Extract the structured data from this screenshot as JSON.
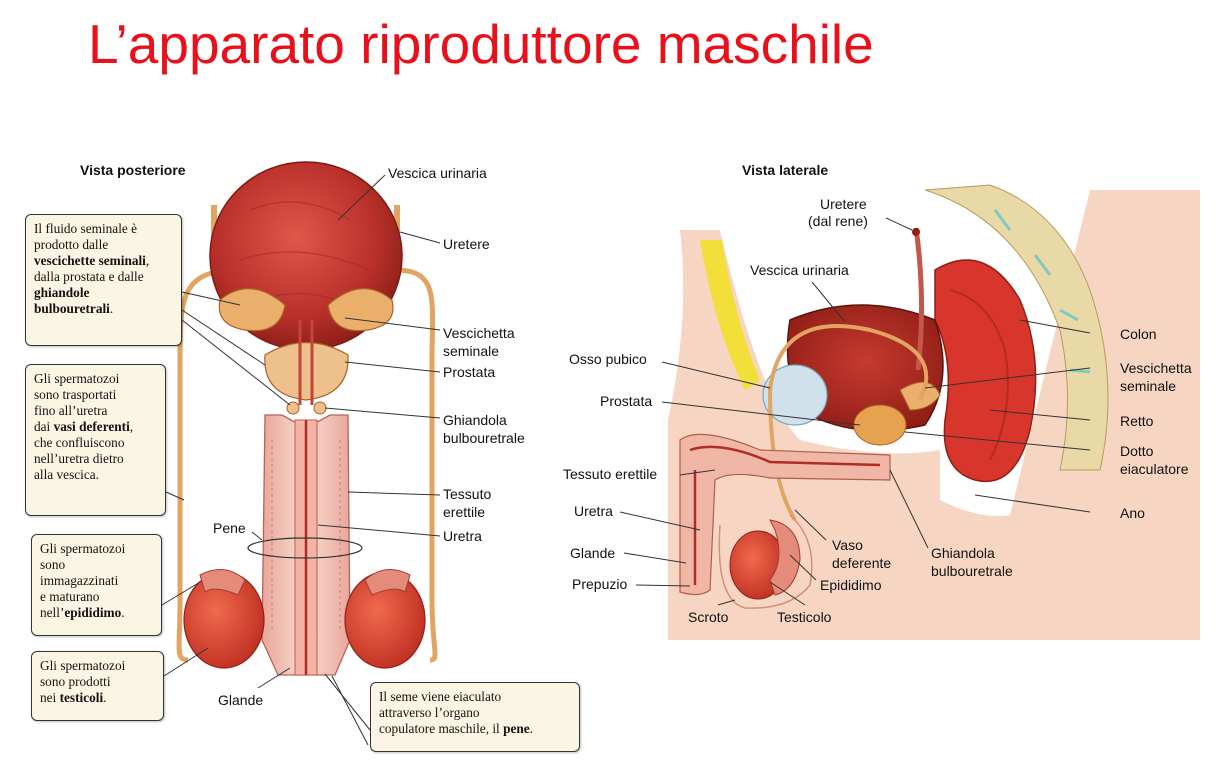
{
  "title": "L’apparato riproduttore maschile",
  "posterior": {
    "heading": "Vista posteriore",
    "labels": {
      "vescica": "Vescica urinaria",
      "uretere": "Uretere",
      "vescichetta1": "Vescichetta",
      "vescichetta2": "seminale",
      "prostata": "Prostata",
      "ghiandola1": "Ghiandola",
      "ghiandola2": "bulbouretrale",
      "tessuto1": "Tessuto",
      "tessuto2": "erettile",
      "uretra": "Uretra",
      "pene": "Pene",
      "glande": "Glande"
    },
    "boxes": {
      "b1_l1": "Il fluido seminale è",
      "b1_l2": "prodotto dalle",
      "b1_l3": "vescichette seminali",
      "b1_l3b": ",",
      "b1_l4": "dalla prostata e dalle",
      "b1_l5": "ghiandole",
      "b1_l6": "bulbouretrali",
      "b1_l6b": ".",
      "b2_l1": "Gli spermatozoi",
      "b2_l2": "sono trasportati",
      "b2_l3": "fino all’uretra",
      "b2_l4a": "dai ",
      "b2_l4b": "vasi deferenti",
      "b2_l4c": ",",
      "b2_l5": "che confluiscono",
      "b2_l6": "nell’uretra dietro",
      "b2_l7": "alla vescica.",
      "b3_l1": "Gli spermatozoi",
      "b3_l2": "sono",
      "b3_l3": "immagazzinati",
      "b3_l4": "e maturano",
      "b3_l5a": "nell’",
      "b3_l5b": "epididimo",
      "b3_l5c": ".",
      "b4_l1": "Gli spermatozoi",
      "b4_l2": "sono prodotti",
      "b4_l3a": "nei ",
      "b4_l3b": "testicoli",
      "b4_l3c": ".",
      "b5_l1": "Il seme viene eiaculato",
      "b5_l2": "attraverso l’organo",
      "b5_l3a": "copulatore maschile, il ",
      "b5_l3b": "pene",
      "b5_l3c": "."
    }
  },
  "lateral": {
    "heading": "Vista laterale",
    "labels": {
      "uretere1": "Uretere",
      "uretere2": "(dal rene)",
      "vescica": "Vescica urinaria",
      "colon": "Colon",
      "osso": "Osso pubico",
      "vescichetta1": "Vescichetta",
      "vescichetta2": "seminale",
      "prostata": "Prostata",
      "retto": "Retto",
      "dotto1": "Dotto",
      "dotto2": "eiaculatore",
      "tessuto": "Tessuto erettile",
      "ano": "Ano",
      "uretra": "Uretra",
      "vaso1": "Vaso",
      "vaso2": "deferente",
      "ghiandola1": "Ghiandola",
      "ghiandola2": "bulbouretrale",
      "glande": "Glande",
      "epididimo": "Epididimo",
      "prepuzio": "Prepuzio",
      "scroto": "Scroto",
      "testicolo": "Testicolo"
    }
  },
  "colors": {
    "title": "#e8101a",
    "organ_red": "#c8302a",
    "tissue_pink": "#f2c7b8",
    "duct": "#e7b26d",
    "bone": "#e6d7a8",
    "fat": "#f3df3a",
    "box_bg": "#fbf6e4"
  }
}
